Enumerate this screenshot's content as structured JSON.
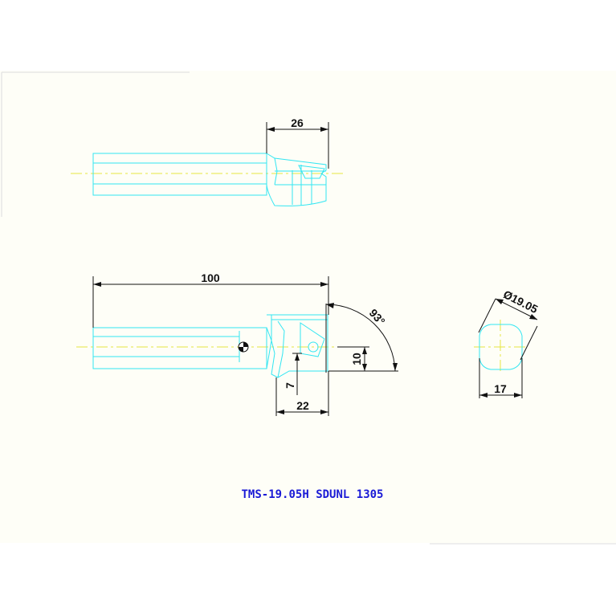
{
  "drawing": {
    "title": "TMS-19.05H SDUNL 1305",
    "colors": {
      "part": "#33e6f2",
      "centerline": "#e6e640",
      "dimension": "#111111",
      "title": "#1a1ad6"
    }
  },
  "dimensions": {
    "top_head_width": "26",
    "overall_length": "100",
    "angle": "93°",
    "height_10": "10",
    "height_7": "7",
    "head_length": "22",
    "diameter": "Ø19.05",
    "flat_width": "17"
  }
}
